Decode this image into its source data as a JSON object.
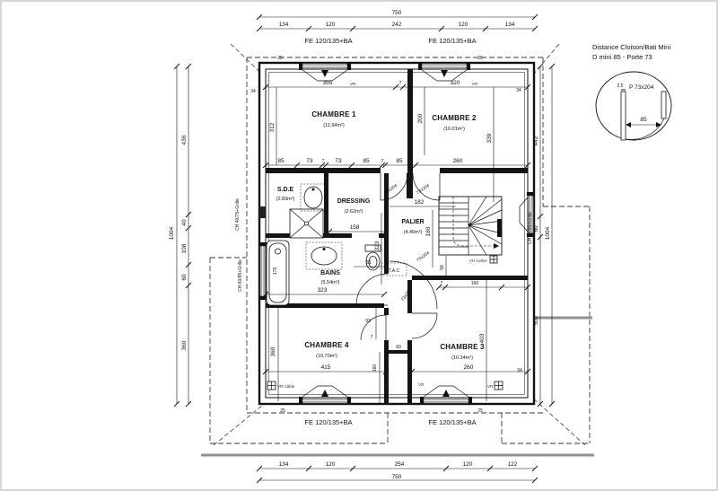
{
  "note": {
    "line1": "Distance Cloison/Bati Mini",
    "line2": "D mini 85 - Porte 73",
    "door": "P 73x204",
    "wall_thickness": "2,5",
    "clearance": "85"
  },
  "rooms": {
    "chambre1": {
      "name": "CHAMBRE 1",
      "area": "(11.94m²)"
    },
    "chambre2": {
      "name": "CHAMBRE 2",
      "area": "(10.01m²)"
    },
    "chambre3": {
      "name": "CHAMBRE 3",
      "area": "(10.34m²)"
    },
    "chambre4": {
      "name": "CHAMBRE 4",
      "area": "(10.70m²)"
    },
    "dressing": {
      "name": "DRESSING",
      "area": "(2.62m²)"
    },
    "sde": {
      "name": "S.D.E",
      "area": "(2.83m²)"
    },
    "bains": {
      "name": "BAINS",
      "area": "(5.54m²)"
    },
    "palier": {
      "name": "PALIER",
      "area": "(4.40m²)"
    }
  },
  "annotations": {
    "fe_window": "FE 120/135+BA",
    "ch_40": "CH 40/75+Grille",
    "ch_60": "CH 60/95+Grille",
    "door_size": "73x204",
    "tac": "T.A.C",
    "vh_cellier": "VH Cellier",
    "vr_cable": "VR Câble",
    "vr": "VR"
  },
  "dims": {
    "top_total": "750",
    "bottom_total": "750",
    "left_total": "1004",
    "right_total": "1004",
    "top": [
      "134",
      "120",
      "242",
      "120",
      "134"
    ],
    "bottom": [
      "134",
      "120",
      "254",
      "120",
      "122"
    ],
    "left": [
      "436",
      "40",
      "108",
      "60",
      "360"
    ],
    "right": [
      "442",
      "60",
      "502"
    ],
    "win_left": "355",
    "win_right": "320",
    "seven": "7",
    "row": [
      "85",
      "73",
      "7",
      "73",
      "85",
      "7",
      "85",
      "260"
    ],
    "ch1_h": "312",
    "ch2_h": "200",
    "ch2_h2": "339",
    "dressing_w": "158",
    "palier_w": "182",
    "palier_h": "180",
    "palier_v": "323",
    "bains_w": "323",
    "wc": "51",
    "tub": "178",
    "st1": "58",
    "st3": "160",
    "d93": "93",
    "d60": "60",
    "d160": "160",
    "ch4_w": "415",
    "ch4_h": "360",
    "ch3_w": "260",
    "ch3_h": "403",
    "off25": "25",
    "off34": "34"
  }
}
